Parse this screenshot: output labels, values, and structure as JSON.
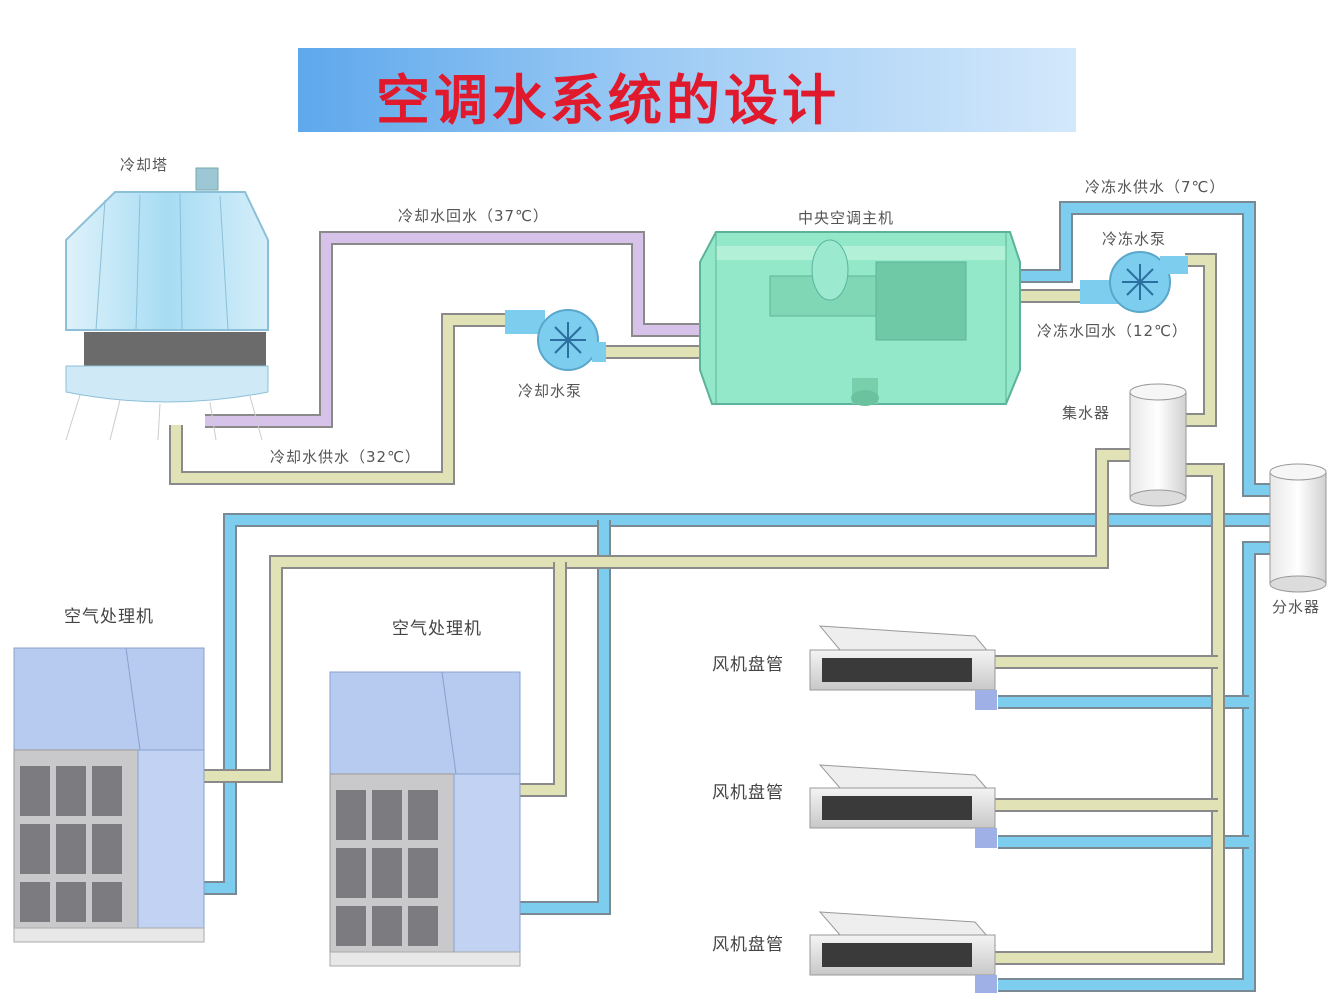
{
  "title": "空调水系统的设计",
  "labels": {
    "cooling_tower": "冷却塔",
    "cooling_return": "冷却水回水（37℃）",
    "cooling_supply": "冷却水供水（32℃）",
    "cooling_pump": "冷却水泵",
    "chiller": "中央空调主机",
    "chilled_supply": "冷冻水供水（7℃）",
    "chilled_pump": "冷冻水泵",
    "chilled_return": "冷冻水回水（12℃）",
    "collector": "集水器",
    "distributor": "分水器",
    "ahu_1": "空气处理机",
    "ahu_2": "空气处理机",
    "fcu_1": "风机盘管",
    "fcu_2": "风机盘管",
    "fcu_3": "风机盘管"
  },
  "colors": {
    "title_red": "#e01a2c",
    "pipe_supply": "#6ec8ec",
    "pipe_return": "#d8d9a8",
    "pipe_cooling_return": "#c9aee0",
    "equipment_green": "#8ee8c6",
    "ahu_blue": "#b7cbf1"
  }
}
